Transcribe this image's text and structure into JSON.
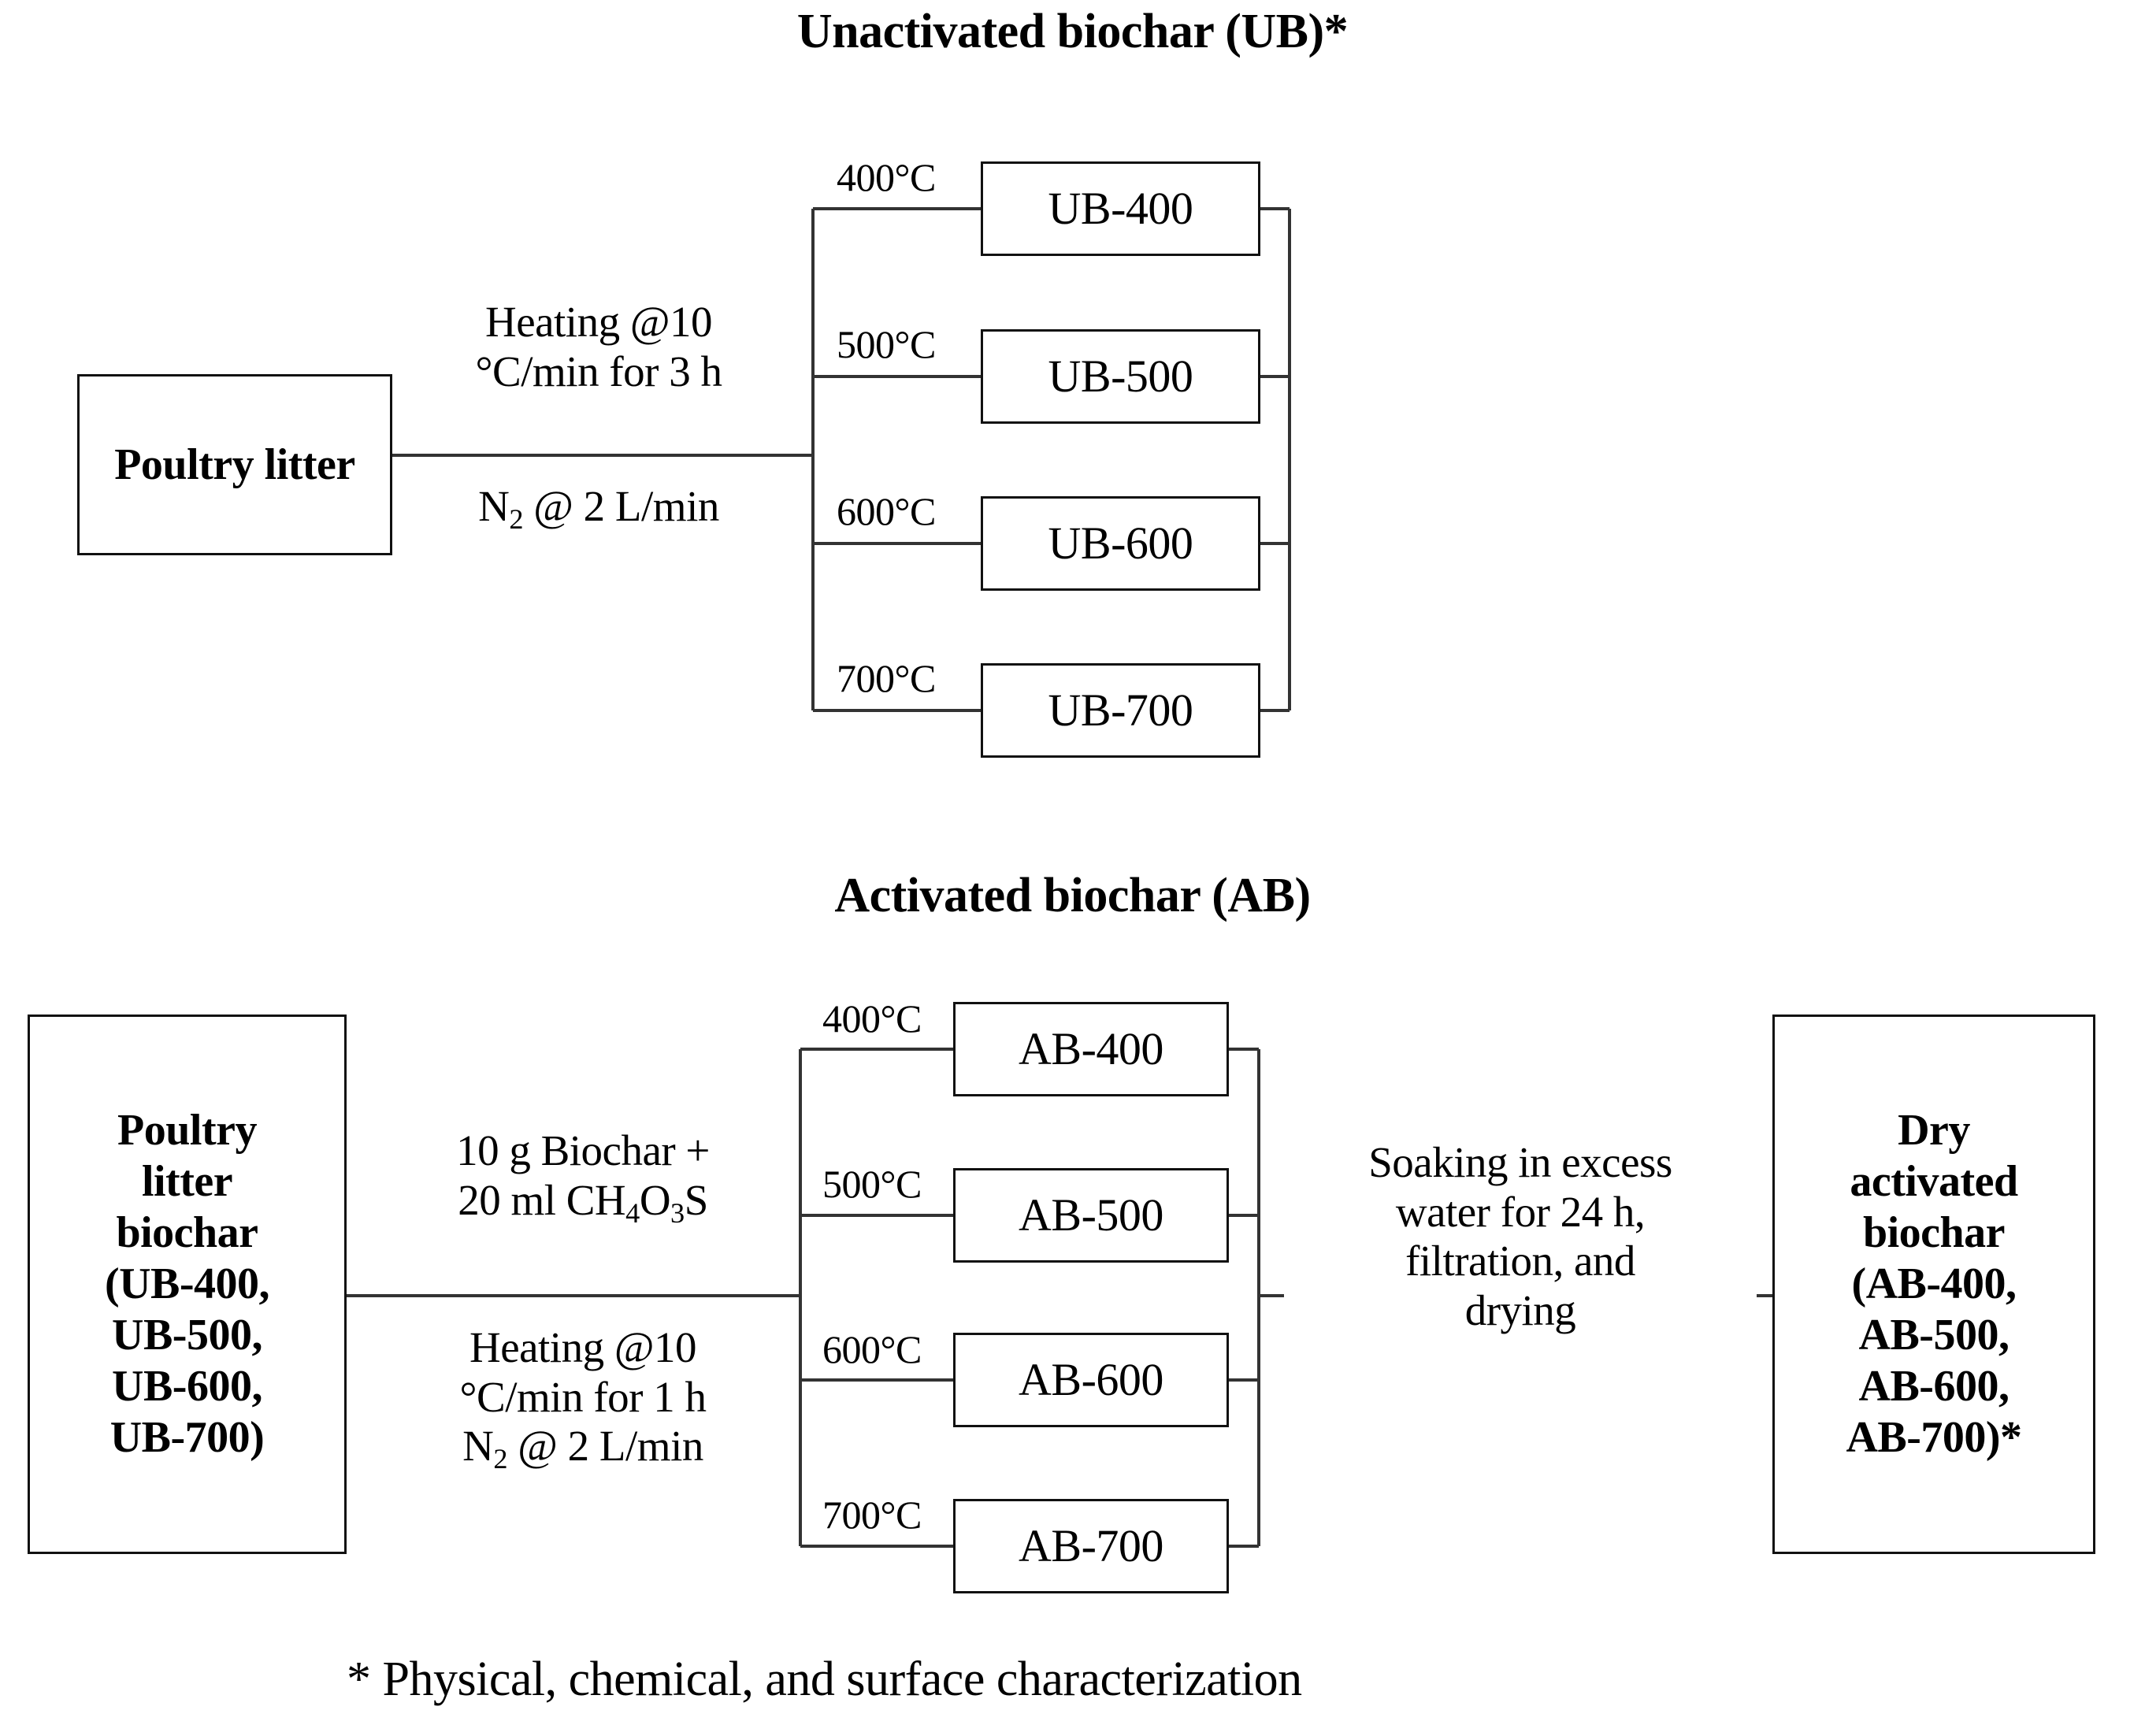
{
  "diagram": {
    "type": "flowchart",
    "footnote": "* Physical, chemical, and surface characterization"
  },
  "sections": [
    {
      "id": "unactivated",
      "title": "Unactivated biochar (UB)*",
      "source_box": "Poultry litter",
      "process_top": "Heating @10 °C/min for 3 h",
      "process_top_lines": [
        "Heating @10",
        "°C/min for 3 h"
      ],
      "process_bottom": "N2 @ 2 L/min",
      "process_bottom_lines": [
        "N2 @ 2 L/min"
      ],
      "branches": [
        {
          "temperature": "400°C",
          "product": "UB-400"
        },
        {
          "temperature": "500°C",
          "product": "UB-500"
        },
        {
          "temperature": "600°C",
          "product": "UB-600"
        },
        {
          "temperature": "700°C",
          "product": "UB-700"
        }
      ]
    },
    {
      "id": "activated",
      "title": "Activated biochar (AB)",
      "source_box_lines": [
        "Poultry",
        "litter",
        "biochar",
        "(UB-400,",
        "UB-500,",
        "UB-600,",
        "UB-700)"
      ],
      "process_top_lines": [
        "10 g Biochar +",
        "20 ml CH4O3S"
      ],
      "process_bottom_lines": [
        "Heating @10",
        "°C/min for 1 h",
        "N2 @ 2 L/min"
      ],
      "post_process_lines": [
        "Soaking in excess",
        "water for 24 h,",
        "filtration, and",
        "drying"
      ],
      "result_box_lines": [
        "Dry",
        "activated",
        "biochar",
        "(AB-400,",
        "AB-500,",
        "AB-600,",
        "AB-700)*"
      ],
      "branches": [
        {
          "temperature": "400°C",
          "product": "AB-400"
        },
        {
          "temperature": "500°C",
          "product": "AB-500"
        },
        {
          "temperature": "600°C",
          "product": "AB-600"
        },
        {
          "temperature": "700°C",
          "product": "AB-700"
        }
      ]
    }
  ],
  "colors": {
    "line": "#111111",
    "thin_line": "#555555",
    "background": "#ffffff",
    "text": "#000000"
  }
}
